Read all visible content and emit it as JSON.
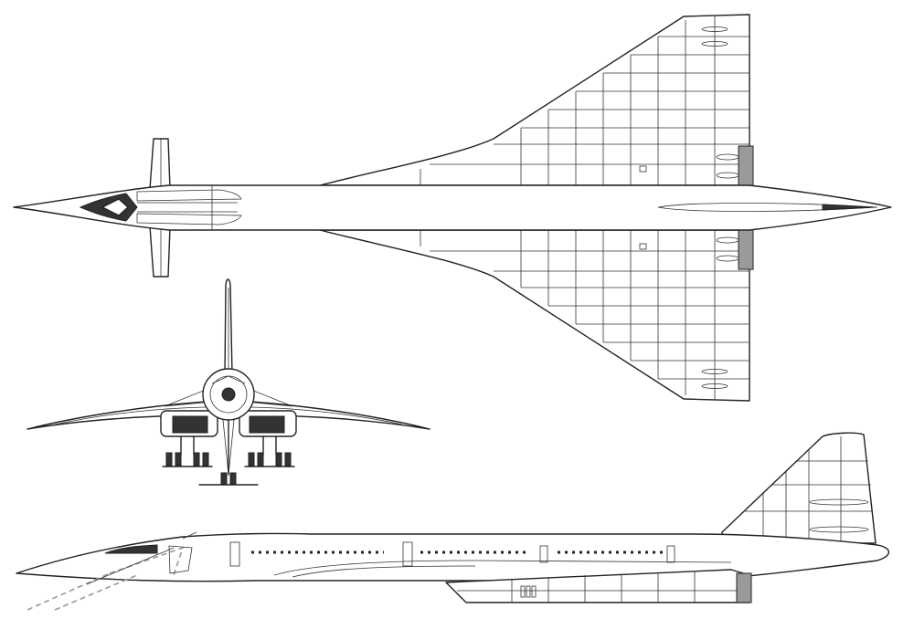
{
  "figure": {
    "views": [
      {
        "id": "top-view"
      },
      {
        "id": "front-view"
      },
      {
        "id": "side-view"
      }
    ],
    "colors": {
      "line": "#222222",
      "background": "#ffffff",
      "shade": "#9a9a9a",
      "dark": "#333333",
      "dashed": "#999999"
    }
  }
}
